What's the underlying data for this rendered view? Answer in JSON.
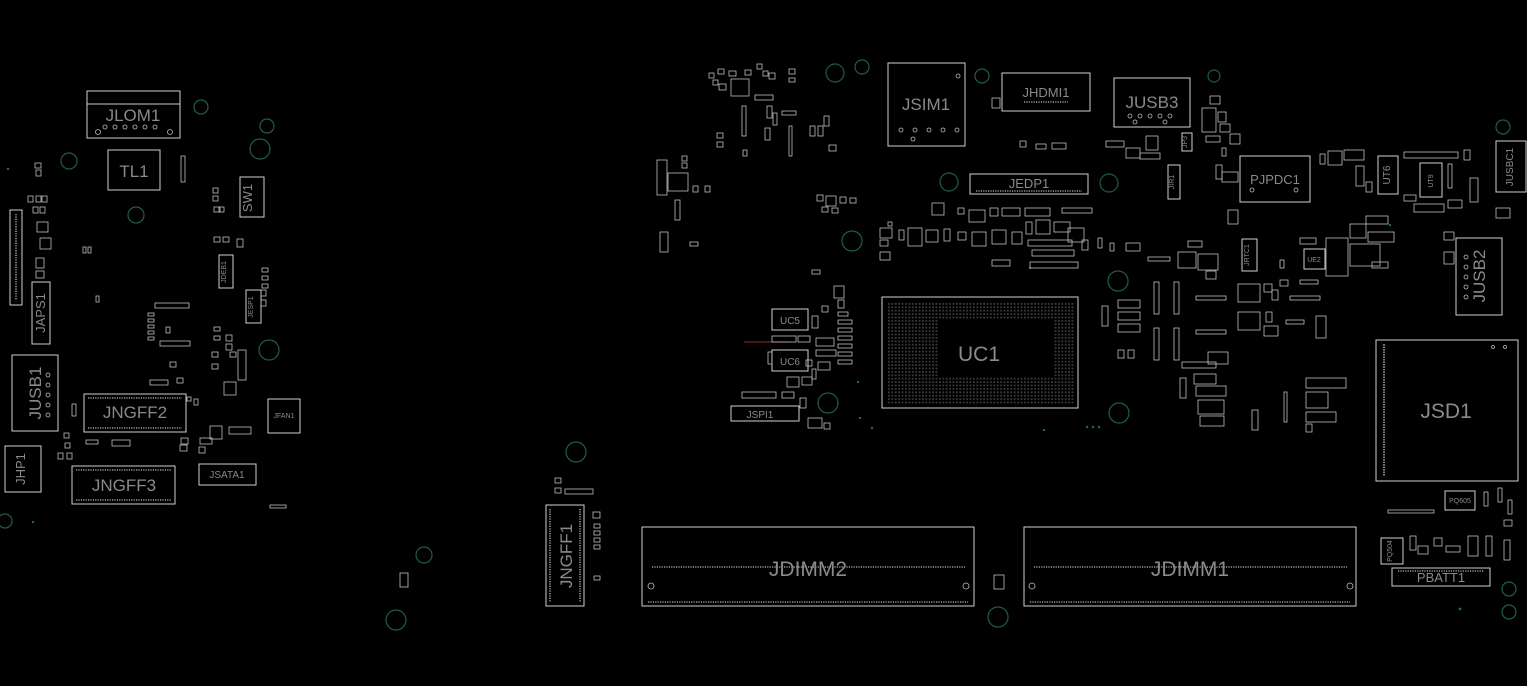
{
  "board": {
    "background": "#000000",
    "outline_color": "#cfcfcf",
    "label_color": "#8a8a8a",
    "mounting_hole_color": "#1f5c50"
  },
  "labels": {
    "jlom1": "JLOM1",
    "tl1": "TL1",
    "sw1": "SW1",
    "japs1": "JAPS1",
    "jusb1": "JUSB1",
    "jngff2": "JNGFF2",
    "jngff3": "JNGFF3",
    "jhp1": "JHP1",
    "jsata1": "JSATA1",
    "jfan1": "JFAN1",
    "jdeb1": "JDEB1",
    "jesp1": "JESP1",
    "jngff1": "JNGFF1",
    "jsim1": "JSIM1",
    "jhdmi1": "JHDMI1",
    "jusb3": "JUSB3",
    "jedp1": "JEDP1",
    "pjpdc1": "PJPDC1",
    "jir1": "JIR1",
    "ut6": "UT6",
    "ut9": "UT9",
    "jusbc1": "JUSBC1",
    "jusb2": "JUSB2",
    "uc1": "UC1",
    "uc5": "UC5",
    "uc6": "UC6",
    "jspi1": "JSPI1",
    "jsd1": "JSD1",
    "jdimm2": "JDIMM2",
    "jdimm1": "JDIMM1",
    "pbatt1": "PBATT1",
    "jrtc1": "JRTC1",
    "ue2": "UE2",
    "pq605": "PQ605",
    "pq504": "PQ504",
    "jp3": "JP3"
  }
}
